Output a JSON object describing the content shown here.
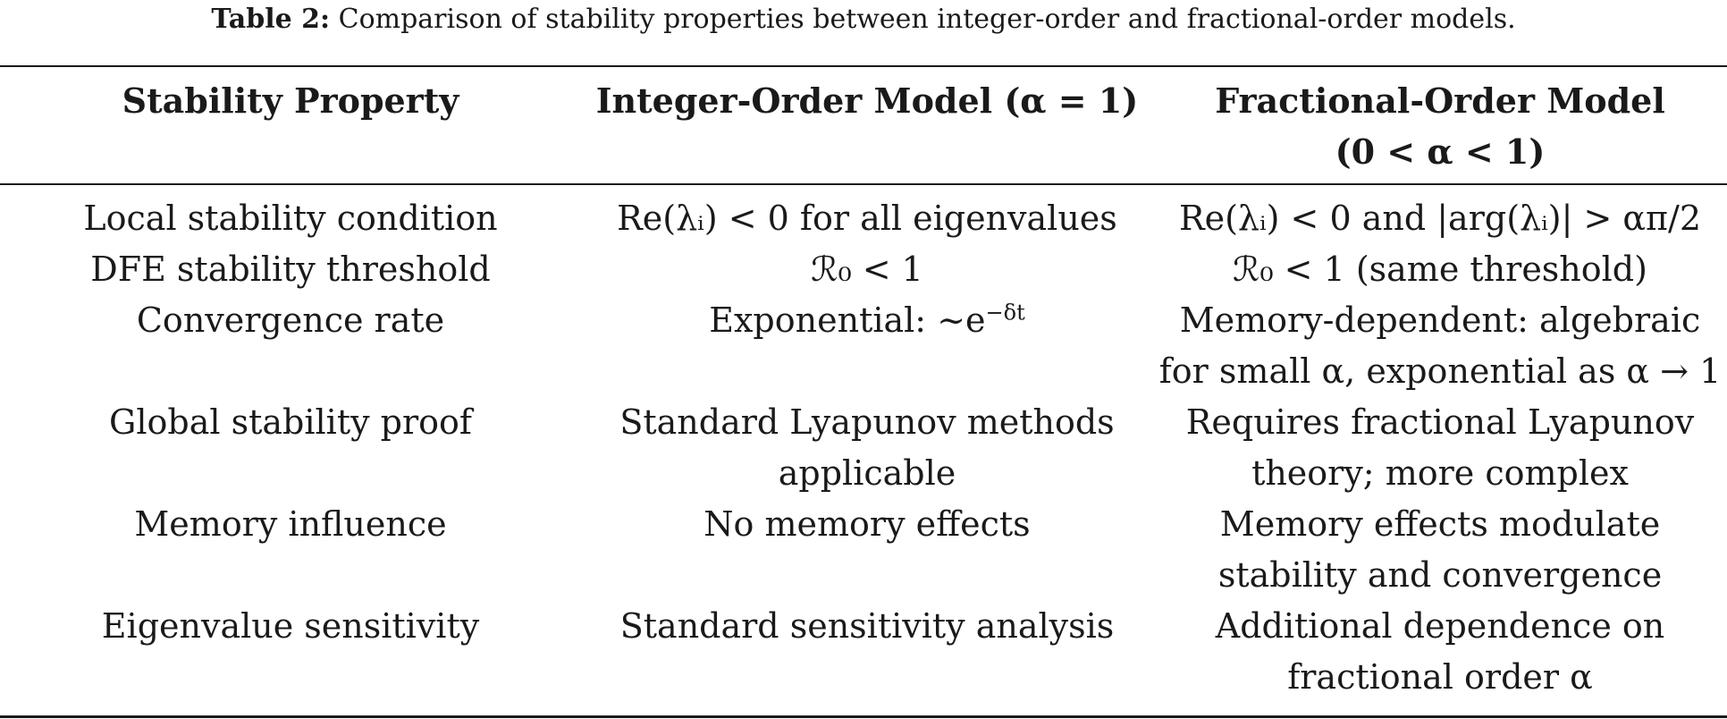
{
  "caption": {
    "label": "Table 2:",
    "text": "Comparison of stability properties between integer-order and fractional-order models."
  },
  "header": {
    "col1": "Stability Property",
    "col2": "Integer-Order Model (α = 1)",
    "col3_line1": "Fractional-Order Model",
    "col3_line2": "(0 < α < 1)"
  },
  "rows": [
    {
      "property": "Local stability condition",
      "integer": "Re(λᵢ) < 0 for all eigenvalues",
      "fractional": [
        "Re(λᵢ) < 0 and |arg(λᵢ)| > απ/2"
      ]
    },
    {
      "property": "DFE stability threshold",
      "integer": "ℛ₀ < 1",
      "fractional": [
        "ℛ₀ < 1 (same threshold)"
      ]
    },
    {
      "property": "Convergence rate",
      "integer_base": "Exponential: ~e",
      "integer_exp": "−δt",
      "fractional": [
        "Memory-dependent: algebraic",
        "for small α, exponential as α → 1"
      ]
    },
    {
      "property": "Global stability proof",
      "integer_lines": [
        "Standard Lyapunov methods",
        "applicable"
      ],
      "fractional": [
        "Requires fractional Lyapunov",
        "theory; more complex"
      ]
    },
    {
      "property": "Memory influence",
      "integer": "No memory effects",
      "fractional": [
        "Memory effects modulate",
        "stability and convergence"
      ]
    },
    {
      "property": "Eigenvalue sensitivity",
      "integer": "Standard sensitivity analysis",
      "fractional": [
        "Additional dependence on",
        "fractional order α"
      ]
    }
  ]
}
